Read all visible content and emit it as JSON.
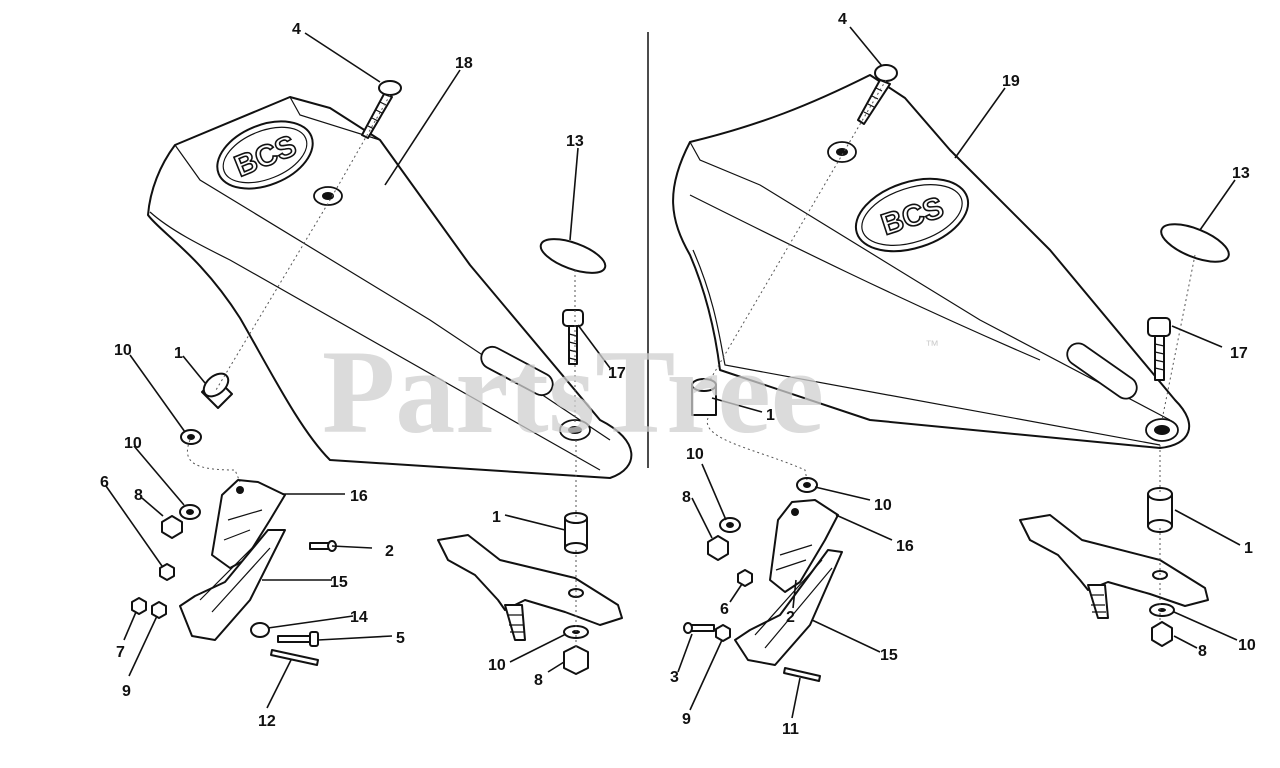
{
  "watermark": {
    "text": "PartsTree",
    "trademark": "™"
  },
  "logos": {
    "left": "BCS",
    "right": "BCS"
  },
  "callouts": [
    {
      "id": "c-l-4",
      "text": "4"
    },
    {
      "id": "c-l-18",
      "text": "18"
    },
    {
      "id": "c-l-13",
      "text": "13"
    },
    {
      "id": "c-l-17",
      "text": "17"
    },
    {
      "id": "c-l-10a",
      "text": "10"
    },
    {
      "id": "c-l-1a",
      "text": "1"
    },
    {
      "id": "c-l-10b",
      "text": "10"
    },
    {
      "id": "c-l-16",
      "text": "16"
    },
    {
      "id": "c-l-6",
      "text": "6"
    },
    {
      "id": "c-l-8a",
      "text": "8"
    },
    {
      "id": "c-l-2",
      "text": "2"
    },
    {
      "id": "c-l-1b",
      "text": "1"
    },
    {
      "id": "c-l-15",
      "text": "15"
    },
    {
      "id": "c-l-14",
      "text": "14"
    },
    {
      "id": "c-l-7",
      "text": "7"
    },
    {
      "id": "c-l-5",
      "text": "5"
    },
    {
      "id": "c-l-9",
      "text": "9"
    },
    {
      "id": "c-l-10c",
      "text": "10"
    },
    {
      "id": "c-l-8b",
      "text": "8"
    },
    {
      "id": "c-l-12",
      "text": "12"
    },
    {
      "id": "c-r-4",
      "text": "4"
    },
    {
      "id": "c-r-19",
      "text": "19"
    },
    {
      "id": "c-r-13",
      "text": "13"
    },
    {
      "id": "c-r-17",
      "text": "17"
    },
    {
      "id": "c-r-1a",
      "text": "1"
    },
    {
      "id": "c-r-10a",
      "text": "10"
    },
    {
      "id": "c-r-10b",
      "text": "10"
    },
    {
      "id": "c-r-8a",
      "text": "8"
    },
    {
      "id": "c-r-16",
      "text": "16"
    },
    {
      "id": "c-r-1b",
      "text": "1"
    },
    {
      "id": "c-r-6",
      "text": "6"
    },
    {
      "id": "c-r-2",
      "text": "2"
    },
    {
      "id": "c-r-3",
      "text": "3"
    },
    {
      "id": "c-r-15",
      "text": "15"
    },
    {
      "id": "c-r-10c",
      "text": "10"
    },
    {
      "id": "c-r-8b",
      "text": "8"
    },
    {
      "id": "c-r-9",
      "text": "9"
    },
    {
      "id": "c-r-11",
      "text": "11"
    }
  ]
}
